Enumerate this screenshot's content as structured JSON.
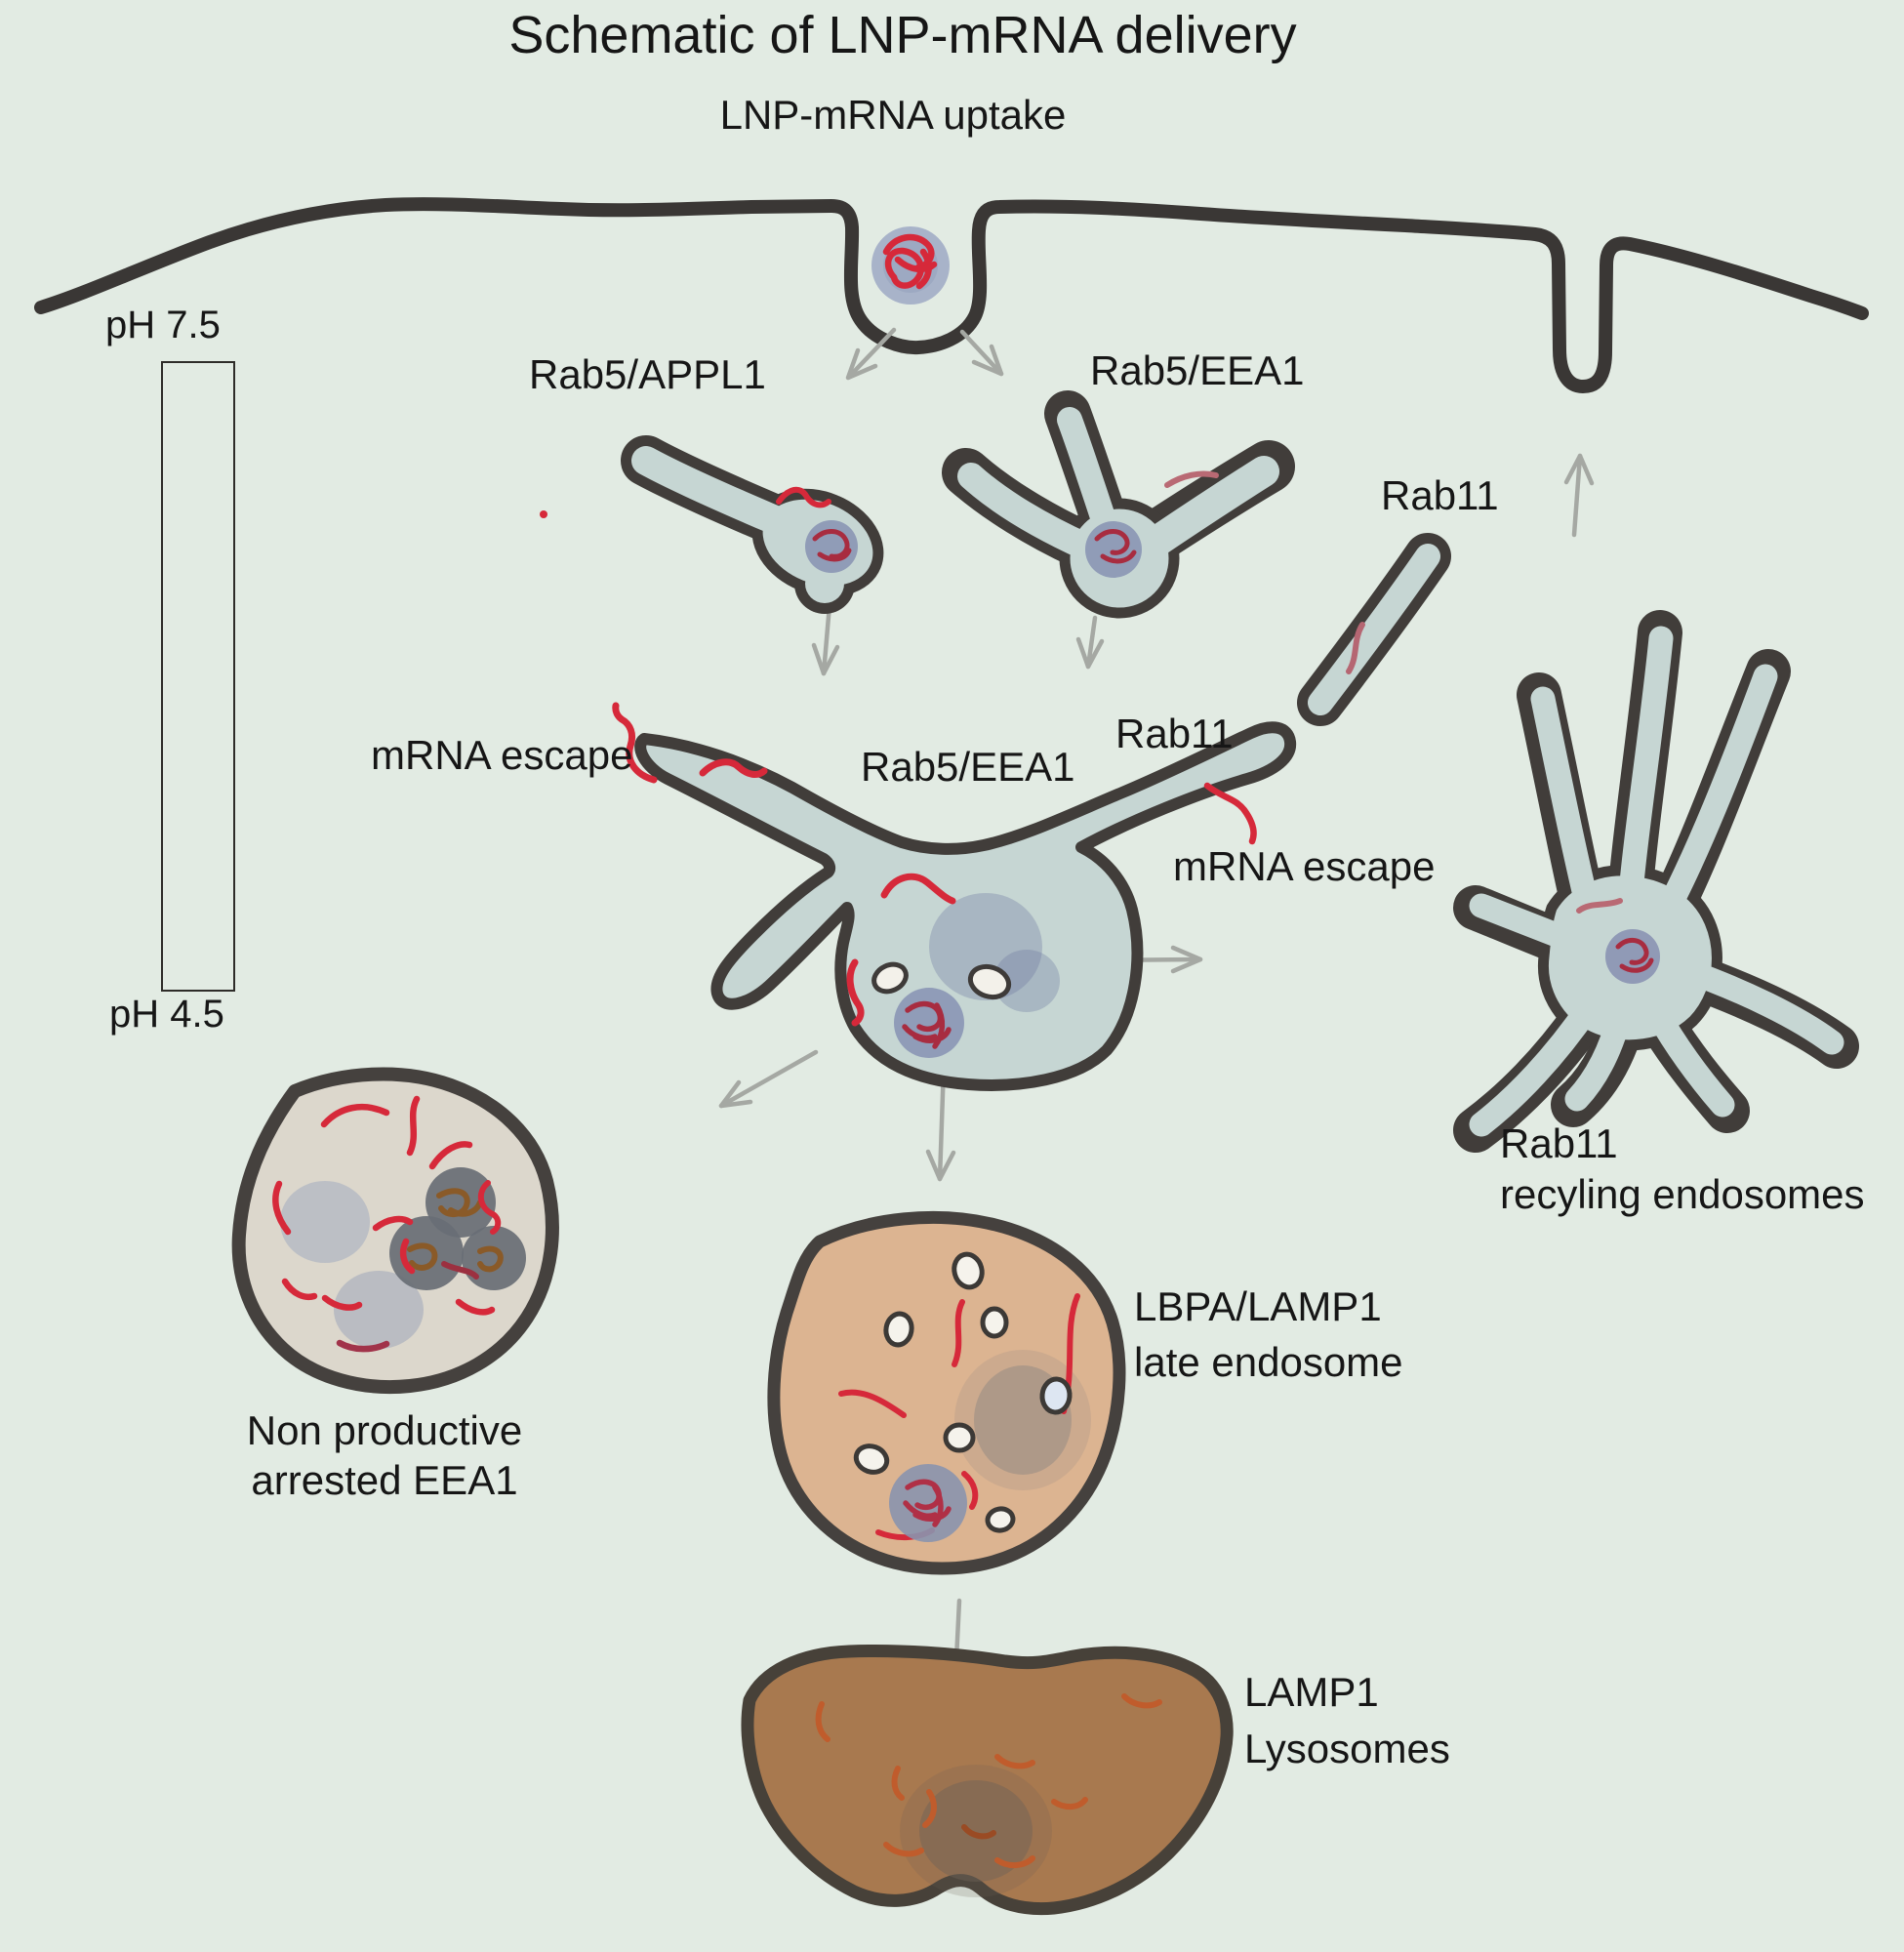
{
  "title": "Schematic of LNP-mRNA delivery",
  "labels": {
    "uptake": "LNP-mRNA uptake",
    "ph_top": "pH 7.5",
    "ph_bottom": "pH 4.5",
    "rab5_appl1": "Rab5/APPL1",
    "rab5_eea1_upper": "Rab5/EEA1",
    "rab11_upper": "Rab11",
    "rab11_mid": "Rab11",
    "mrna_escape_left": "mRNA escape",
    "rab5_eea1_central": "Rab5/EEA1",
    "mrna_escape_right": "mRNA escape",
    "rab11_recycling_line1": "Rab11",
    "rab11_recycling_line2": "recyling endosomes",
    "nonproductive_line1": "Non productive",
    "nonproductive_line2": "arrested EEA1",
    "late_endosome_line1": "LBPA/LAMP1",
    "late_endosome_line2": "late endosome",
    "lysosome_line1": "LAMP1",
    "lysosome_line2": "Lysosomes"
  },
  "ph_scale": {
    "top_value": "pH 7.5",
    "bottom_value": "pH 4.5",
    "gradient_top_color": "#54a5e2",
    "gradient_bottom_color": "#92551e"
  },
  "colors": {
    "background": "#e2ebe3",
    "membrane_outline": "#3a3735",
    "organelle_outline": "#413d3a",
    "endosome_fill": "#c6d6d3",
    "mrna_red": "#d6293a",
    "mrna_dull_rose": "#b96a74",
    "mrna_dark_red": "#a82c40",
    "lnp_particle_fill": "#8b97b5",
    "arrow_gray": "#a5a8a3",
    "late_endosome_fill": "#dcb491",
    "lysosome_fill": "#a8794f",
    "lysosome_mrna_orange": "#c05c2c",
    "arrested_vesicle_fill": "#dcd7cc",
    "arrested_lnp_brown": "#8a5a28",
    "dark_lnp_gray": "#686e75"
  }
}
